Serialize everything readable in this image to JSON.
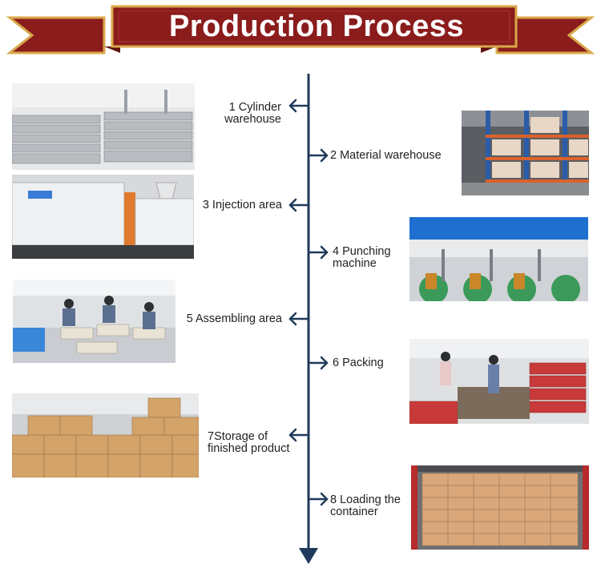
{
  "banner": {
    "title": "Production Process",
    "ribbon_color": "#8b1c1c",
    "border_color": "#d8a84a"
  },
  "timeline": {
    "line_color": "#1f3a5a"
  },
  "steps": [
    {
      "label_line1": "1 Cylinder",
      "label_line2": "warehouse",
      "side": "left",
      "photo": "stacked-metal-trays-photo"
    },
    {
      "label_line1": "2 Material warehouse",
      "label_line2": "",
      "side": "right",
      "photo": "warehouse-shelves-photo"
    },
    {
      "label_line1": "3 Injection area",
      "label_line2": "",
      "side": "left",
      "photo": "injection-machine-photo"
    },
    {
      "label_line1": "4 Punching",
      "label_line2": "machine",
      "side": "right",
      "photo": "punching-machines-photo"
    },
    {
      "label_line1": "5 Assembling area",
      "label_line2": "",
      "side": "left",
      "photo": "assembly-workers-photo"
    },
    {
      "label_line1": "6 Packing",
      "label_line2": "",
      "side": "right",
      "photo": "packing-workers-photo"
    },
    {
      "label_line1": "7Storage of",
      "label_line2": "finished product",
      "side": "left",
      "photo": "stacked-cartons-photo"
    },
    {
      "label_line1": "8 Loading the",
      "label_line2": "container",
      "side": "right",
      "photo": "loaded-container-photo"
    }
  ]
}
